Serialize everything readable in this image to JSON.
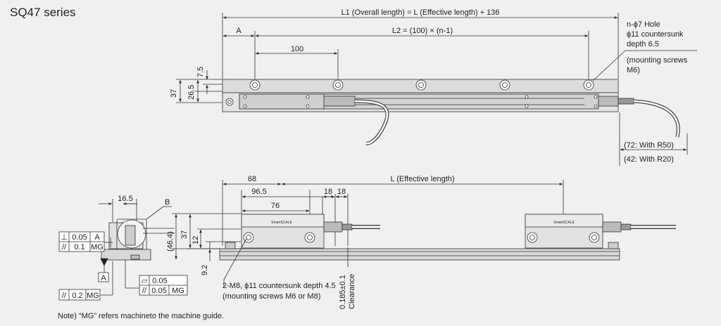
{
  "title": "SQ47 series",
  "note": "Note) “MG” refers machineto the machine guide.",
  "top_view": {
    "overall": "L1 (Overall length) = L (Effective length) + 136",
    "a_label": "A",
    "l2": "L2 = (100) × (n-1)",
    "pitch": "100",
    "dim_75": "7.5",
    "dim_265": "26.5",
    "dim_37": "37",
    "hole_line1": "n-ϕ7 Hole",
    "hole_line2": "ϕ11 countersunk",
    "hole_line3": "depth 6.5",
    "hole_line4": "(mounting screws",
    "hole_line5": "M6)",
    "cable_r50": "(72: With R50)",
    "cable_r20": "(42: With R20)"
  },
  "side_view": {
    "dim_68": "68",
    "effective": "L (Effective length)",
    "dim_965": "96.5",
    "dim_18a": "18",
    "dim_18b": "18",
    "dim_76": "76",
    "dim_37": "37",
    "dim_464": "(46.4)",
    "dim_12": "12",
    "dim_92": "9.2",
    "mount_line1": "2-M8, ϕ11 countersunk depth 4.5",
    "mount_line2": "(mounting screws M6 or M8)",
    "clearance_value": "0.185±0.1",
    "clearance_label": "Clearance",
    "brand": "SmartSCALE"
  },
  "end_view": {
    "dim_165": "16.5",
    "b_label": "B",
    "a_datum": "A",
    "tol_perp_sym": "⊥",
    "tol_perp_val": "0.05",
    "tol_perp_ref": "A",
    "tol_par1_sym": "//",
    "tol_par1_val": "0.1",
    "tol_par1_ref": "MG",
    "tol_flat_sym": "▱",
    "tol_flat_val": "0.05",
    "tol_par2_sym": "//",
    "tol_par2_val": "0.05",
    "tol_par2_ref": "MG",
    "tol_par3_sym": "//",
    "tol_par3_val": "0.2",
    "tol_par3_ref": "MG"
  }
}
